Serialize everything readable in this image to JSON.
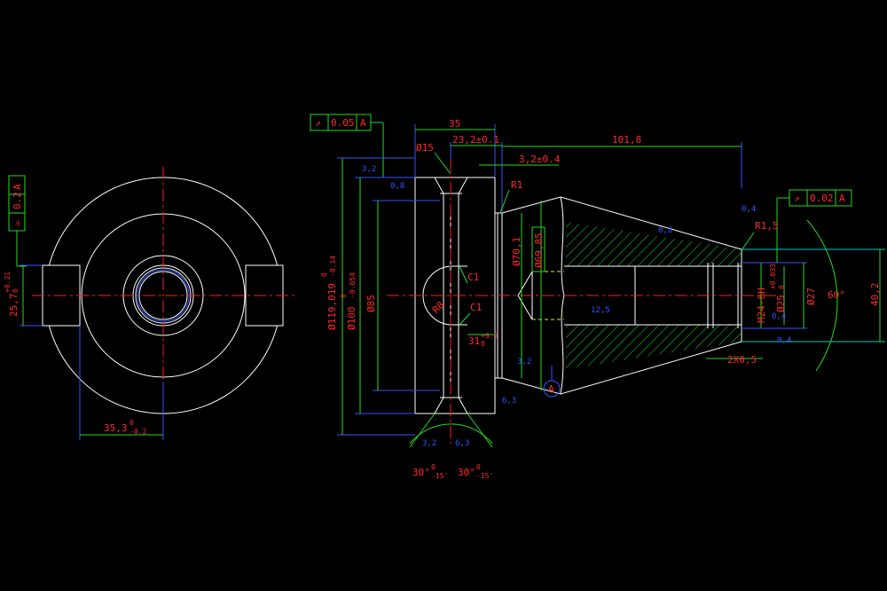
{
  "drawing": {
    "side_view": {
      "fcf": {
        "symbol": "⌯",
        "tol": "0.2",
        "datum": "A"
      },
      "dim_height": {
        "nominal": "25,7",
        "upper": "+0.21",
        "lower": "0"
      },
      "dim_width": {
        "nominal": "35,3",
        "upper": "0",
        "lower": "-0.2"
      }
    },
    "front_view": {
      "fcf_runout_left": {
        "symbol": "↗",
        "tol": "0.05",
        "datum": "A"
      },
      "fcf_runout_right": {
        "symbol": "↗",
        "tol": "0.02",
        "datum": "A"
      },
      "dims": {
        "d35": "35",
        "d23_2": "23,2±0.1",
        "d101_8": "101,8",
        "d3_2": "3,2±0.4",
        "phi15": "Ø15",
        "r1": "R1",
        "r1_5": "R1,5",
        "phi70_1": "Ø70,1",
        "phi69_85": "Ø69,85",
        "phi119": "Ø119,019",
        "phi119_tol": "-0.14",
        "phi119_tol_up": "0",
        "phi100": "Ø100",
        "phi100_tol": "-0.054",
        "phi100_tol_up": "0",
        "phi85": "Ø85",
        "c1a": "C1",
        "c1b": "C1",
        "r8": "R8",
        "d31": "31",
        "d31_up": "+0.5",
        "d31_lo": "0",
        "m24": "M24-6H",
        "phi25": "Ø25",
        "phi25_up": "+0.033",
        "phi25_lo": "0",
        "phi27": "Ø27",
        "deg60": "60°",
        "d40_2": "40,2",
        "two_x": "2X0,5",
        "ang30a": "30°",
        "ang30a_up": "0",
        "ang30a_lo": "-15'",
        "ang30b": "30°",
        "ang30b_up": "0",
        "ang30b_lo": "-15'",
        "datum_a": "A"
      },
      "roughness": [
        "3,2",
        "0,8",
        "0,4",
        "0,8",
        "6,3",
        "0,4",
        "0,4",
        "3,2",
        "6,3",
        "3,2",
        "12,5"
      ]
    }
  }
}
